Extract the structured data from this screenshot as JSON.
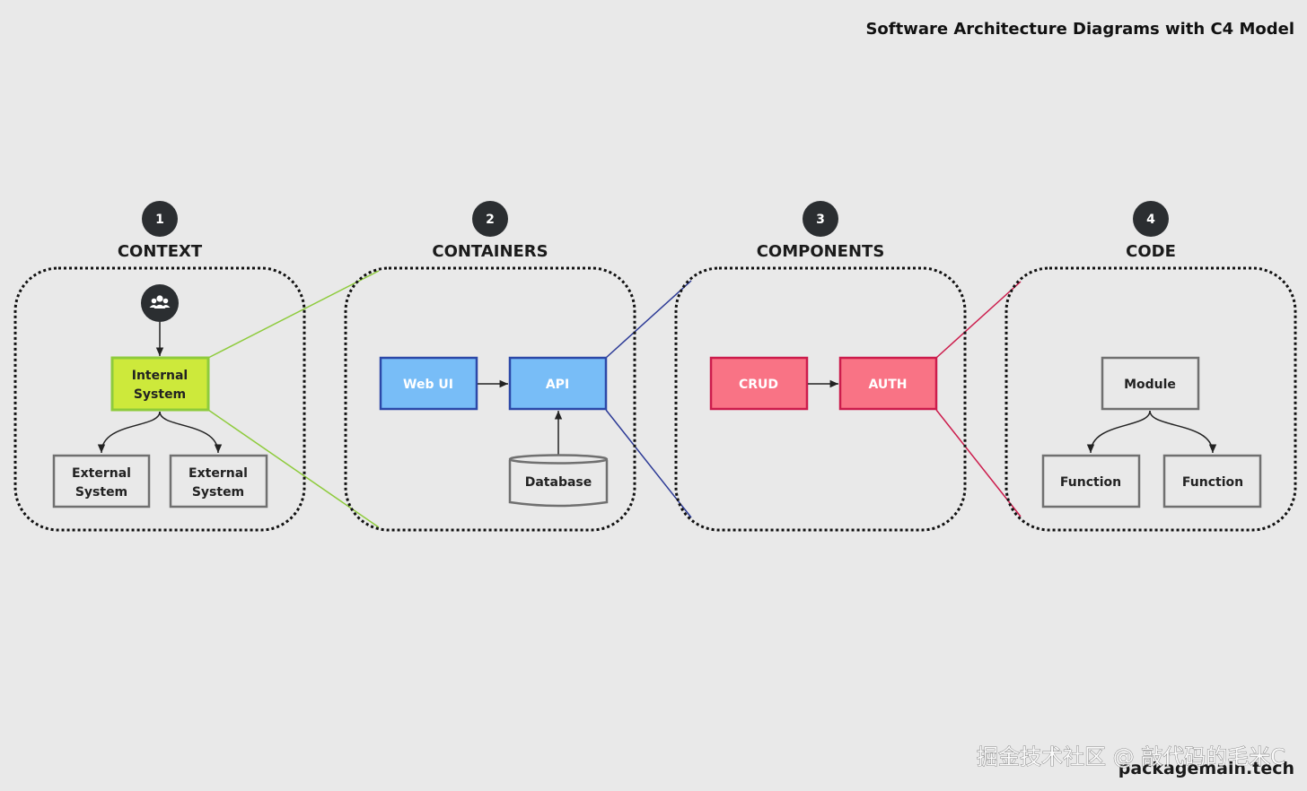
{
  "title": "Software Architecture Diagrams with C4 Model",
  "steps": [
    {
      "number": "1",
      "label": "CONTEXT"
    },
    {
      "number": "2",
      "label": "CONTAINERS"
    },
    {
      "number": "3",
      "label": "COMPONENTS"
    },
    {
      "number": "4",
      "label": "CODE"
    }
  ],
  "context": {
    "user_icon": "users-icon",
    "internal_line1": "Internal",
    "internal_line2": "System",
    "external1_line1": "External",
    "external1_line2": "System",
    "external2_line1": "External",
    "external2_line2": "System"
  },
  "containers": {
    "web_ui": "Web UI",
    "api": "API",
    "database": "Database"
  },
  "components": {
    "crud": "CRUD",
    "auth": "AUTH"
  },
  "code": {
    "module": "Module",
    "function1": "Function",
    "function2": "Function"
  },
  "watermark": {
    "community": "掘金技术社区 @ 敲代码的毛米C",
    "site": "packagemain.tech"
  },
  "colors": {
    "background": "#e9e9e9",
    "context_accent": "#cde93b",
    "context_line": "#8ecb3c",
    "containers_fill": "#78bdf7",
    "containers_stroke": "#2c48a8",
    "components_fill": "#f97385",
    "components_stroke": "#cc1c4c",
    "neutral_stroke": "#707070",
    "step_badge": "#2b2e31"
  }
}
